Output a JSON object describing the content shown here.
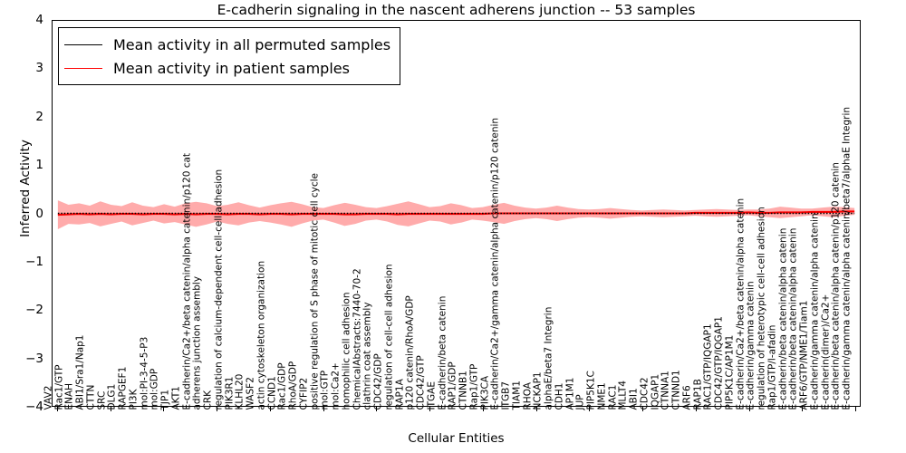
{
  "chart_data": {
    "type": "line",
    "title": "E-cadherin signaling in the nascent adherens junction -- 53 samples",
    "xlabel": "Cellular Entities",
    "ylabel": "Inferred Activity",
    "ylim": [
      -4,
      4
    ],
    "yticks": [
      -4,
      -3,
      -2,
      -1,
      0,
      1,
      2,
      3,
      4
    ],
    "ytick_labels": [
      "-4",
      "-3",
      "-2",
      "-1",
      "0",
      "1",
      "2",
      "3",
      "4"
    ],
    "grid": false,
    "legend_position": "upper left",
    "legend": [
      {
        "label": "Mean activity in all permuted samples",
        "color": "#000000",
        "style": "dotted-black-line"
      },
      {
        "label": "Mean activity in patient samples",
        "color": "#ff0000",
        "style": "solid-red-line"
      }
    ],
    "n_samples": 53,
    "categories": [
      "VAV2",
      "Rac1/GTP",
      "ENAH",
      "ABI1/Sra1/Nap1",
      "CTTN",
      "SRC",
      "DLG1",
      "RAPGEF1",
      "PI3K",
      "mol:PI-3-4-5-P3",
      "mol:GDP",
      "TJP1",
      "AKT1",
      "E-cadherin/Ca2+/beta catenin/alpha catenin/p120 cat",
      "adherens junction assembly",
      "CRK",
      "regulation of calcium-dependent cell-cell adhesion",
      "PIK3R1",
      "KLHL20",
      "WASF2",
      "actin cytoskeleton organization",
      "CCND1",
      "Rac1/GDP",
      "RhoA/GDP",
      "CYFIP2",
      "positive regulation of S phase of mitotic cell cycle",
      "mol:GTP",
      "mol:Ca2+",
      "homophilic cell adhesion",
      "ChemicalAbstracts:7440-70-2",
      "clathrin coat assembly",
      "CDC42/GDP",
      "regulation of cell-cell adhesion",
      "RAP1A",
      "p120 catenin/RhoA/GDP",
      "CDC42/GTP",
      "ITGAE",
      "E-cadherin/beta catenin",
      "RAP1/GDP",
      "CTNNB1",
      "Rap1/GTP",
      "PIK3CA",
      "E-cadherin/Ca2+/gamma catenin/alpha catenin/p120 catenin",
      "ITGB7",
      "TIAM1",
      "RHOA",
      "NCKAP1",
      "alphaE/beta7 Integrin",
      "CDH1",
      "AP1M1",
      "JUP",
      "PIP5K1C",
      "NME1",
      "RAC1",
      "MLLT4",
      "ABI1",
      "CDC42",
      "IQGAP1",
      "CTNNA1",
      "CTNND1",
      "ARF6",
      "RAP1B",
      "RAC1/GTP/IQGAP1",
      "CDC42/GTP/IQGAP1",
      "PIP5K1C/AP1M1",
      "E-cadherin/Ca2+/beta catenin/alpha catenin",
      "E-cadherin/gamma catenin",
      "regulation of heterotypic cell-cell adhesion",
      "Rap1/GTP/l-afadin",
      "E-cadherin/beta catenin/alpha catenin",
      "E-cadherin/beta catenin/alpha catenin",
      "ARF6/GTP/NME1/Tiam1",
      "E-cadherin/gamma catenin/alpha catenin",
      "E-cadherin(dimer)/Ca2+",
      "E-cadherin/beta catenin/alpha catenin/p120 catenin",
      "E-cadherin/gamma catenin/alpha catenin/beta7/alphaE Integrin"
    ],
    "series": [
      {
        "name": "Mean activity in all permuted samples",
        "color": "#000000",
        "values": [
          0.0,
          0.0,
          0.0,
          0.0,
          0.0,
          0.0,
          0.0,
          0.0,
          0.0,
          0.0,
          0.0,
          0.0,
          0.0,
          0.0,
          0.0,
          0.0,
          0.0,
          0.0,
          0.0,
          0.0,
          0.0,
          0.0,
          0.0,
          0.0,
          0.0,
          0.0,
          0.0,
          0.0,
          0.0,
          0.0,
          0.0,
          0.0,
          0.0,
          0.0,
          0.0,
          0.0,
          0.0,
          0.0,
          0.0,
          0.0,
          0.0,
          0.0,
          0.0,
          0.0,
          0.0,
          0.0,
          0.0,
          0.0,
          0.0,
          0.0,
          0.0,
          0.0,
          0.0,
          0.0,
          0.0,
          0.0,
          0.0,
          0.0,
          0.0,
          0.0,
          0.0,
          0.0,
          0.0,
          0.0,
          0.0,
          0.0,
          0.0,
          0.0,
          0.0,
          0.0,
          0.0,
          0.0,
          0.0,
          0.0,
          0.0,
          0.0
        ]
      },
      {
        "name": "Mean activity in patient samples",
        "color": "#ff0000",
        "values": [
          -0.03,
          -0.02,
          -0.01,
          -0.02,
          -0.01,
          -0.02,
          -0.01,
          -0.01,
          -0.02,
          -0.01,
          -0.01,
          -0.02,
          -0.01,
          -0.02,
          -0.01,
          -0.01,
          -0.02,
          -0.01,
          -0.01,
          -0.02,
          -0.01,
          -0.01,
          -0.02,
          -0.01,
          -0.01,
          -0.01,
          -0.01,
          -0.02,
          -0.02,
          -0.01,
          -0.01,
          -0.01,
          -0.02,
          -0.01,
          -0.01,
          -0.01,
          -0.01,
          -0.01,
          -0.01,
          -0.01,
          -0.01,
          0.0,
          0.0,
          0.0,
          0.0,
          0.0,
          0.0,
          0.0,
          0.0,
          0.0,
          0.0,
          0.0,
          0.0,
          0.0,
          0.0,
          0.0,
          0.0,
          0.0,
          0.0,
          0.0,
          0.01,
          0.01,
          0.01,
          0.01,
          0.01,
          0.02,
          0.01,
          0.01,
          0.02,
          0.02,
          0.02,
          0.03,
          0.03,
          0.03,
          0.04,
          0.04
        ]
      }
    ],
    "band": {
      "name": "patient sample spread",
      "color": "#ff0000",
      "opacity": 0.33,
      "halfwidth": [
        0.3,
        0.2,
        0.22,
        0.18,
        0.26,
        0.2,
        0.16,
        0.24,
        0.18,
        0.14,
        0.2,
        0.16,
        0.22,
        0.26,
        0.22,
        0.16,
        0.2,
        0.24,
        0.18,
        0.14,
        0.18,
        0.22,
        0.26,
        0.2,
        0.14,
        0.12,
        0.18,
        0.24,
        0.2,
        0.14,
        0.12,
        0.16,
        0.22,
        0.26,
        0.2,
        0.14,
        0.16,
        0.22,
        0.18,
        0.12,
        0.14,
        0.18,
        0.22,
        0.16,
        0.12,
        0.1,
        0.12,
        0.16,
        0.12,
        0.09,
        0.08,
        0.09,
        0.11,
        0.09,
        0.07,
        0.06,
        0.07,
        0.08,
        0.07,
        0.06,
        0.06,
        0.07,
        0.08,
        0.07,
        0.06,
        0.06,
        0.07,
        0.09,
        0.12,
        0.1,
        0.08,
        0.07,
        0.09,
        0.11,
        0.09,
        0.07
      ]
    }
  },
  "figure": {
    "title": "E-cadherin signaling in the nascent adherens junction -- 53 samples",
    "xlabel": "Cellular Entities",
    "ylabel": "Inferred Activity"
  }
}
